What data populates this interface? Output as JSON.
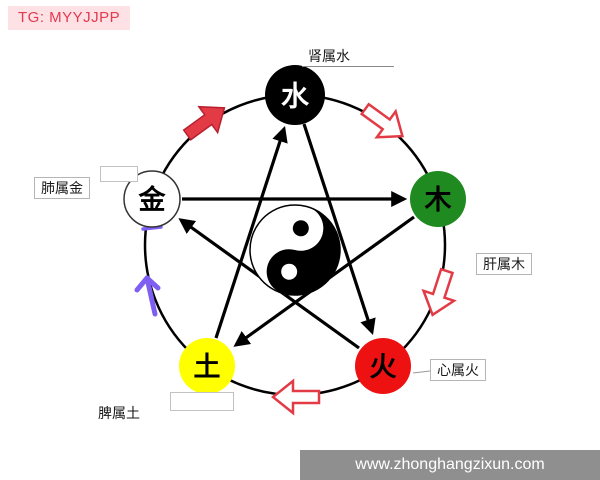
{
  "watermark": {
    "text": "TG: MYYJJPP"
  },
  "footer": {
    "url": "www.zhonghangzixun.com"
  },
  "diagram": {
    "elements": [
      {
        "id": "water",
        "char": "水",
        "organ_label": "肾属水",
        "fill": "#000000",
        "char_color": "#ffffff"
      },
      {
        "id": "wood",
        "char": "木",
        "organ_label": "肝属木",
        "fill": "#1f8a1f",
        "char_color": "#000000"
      },
      {
        "id": "fire",
        "char": "火",
        "organ_label": "心属火",
        "fill": "#ee1111",
        "char_color": "#000000"
      },
      {
        "id": "earth",
        "char": "土",
        "organ_label": "脾属土",
        "fill": "#ffff00",
        "char_color": "#000000"
      },
      {
        "id": "metal",
        "char": "金",
        "organ_label": "肺属金",
        "fill": "#ffffff",
        "char_color": "#000000"
      }
    ],
    "cycles": {
      "generation_arrows": [
        "金→水",
        "水→木",
        "木→火",
        "火→土",
        "土→金"
      ],
      "overcoming_arrows": [
        "水→火",
        "火→金",
        "金→木",
        "木→土",
        "土→水"
      ]
    },
    "colors": {
      "generation_arrow": "#e23b46",
      "overcoming_arrow": "#000000",
      "annotation": "#7e5ff2"
    }
  }
}
